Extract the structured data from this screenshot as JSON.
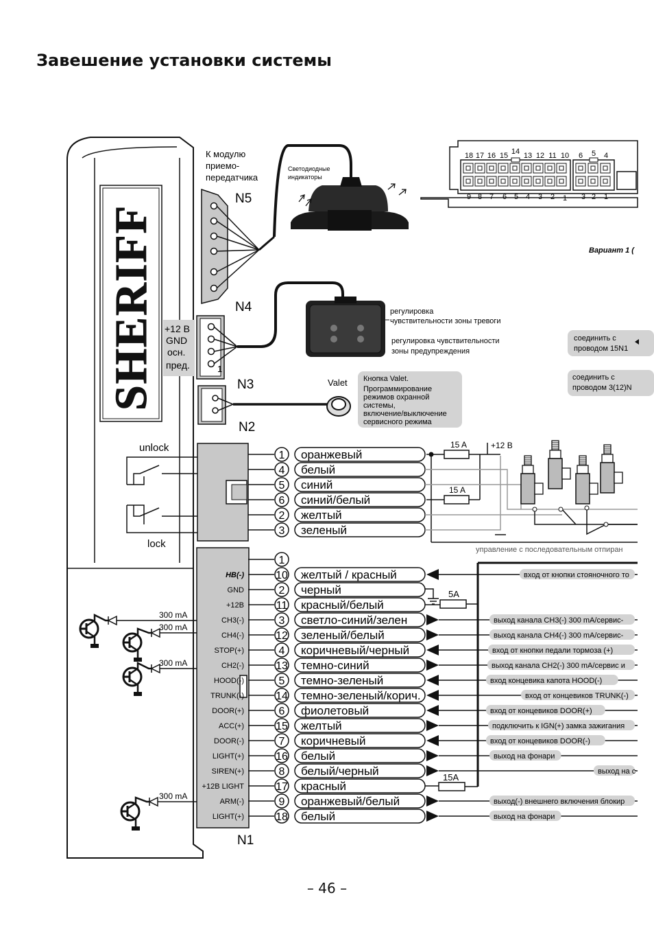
{
  "title": "Завешение установки системы",
  "page_number": "– 46 –",
  "brand": "SHERIFF",
  "connectors": {
    "n1": "N1",
    "n2": "N2",
    "n3": "N3",
    "n4": "N4",
    "n5": "N5",
    "n5_label": [
      "К модулю",
      "приемо-",
      "передатчика"
    ],
    "n3_labels": [
      "+12 В",
      "GND",
      "осн.",
      "пред."
    ],
    "n3_pin": "1"
  },
  "led": {
    "label": [
      "Светодиодные",
      "индикаторы"
    ]
  },
  "shock_sensor": {
    "label1": [
      "регулировка",
      "чувствительности зоны тревоги"
    ],
    "label2": [
      "регулировка чувствительности",
      "зоны предупреждения"
    ]
  },
  "valet": {
    "label": "Valet",
    "note": [
      "Кнопка Valet.",
      "Программирование",
      "режимов охранной",
      "системы,",
      "включение/выключение",
      "сервисного режима"
    ]
  },
  "connect_notes": [
    [
      "соединить с",
      "проводом 15N1"
    ],
    [
      "соединить с",
      "проводом 3(12)N"
    ]
  ],
  "variant": "Вариант 1 (",
  "main_connector": {
    "top_row": [
      "18",
      "17",
      "16",
      "15",
      "14",
      "13",
      "12",
      "11",
      "10",
      "6",
      "5",
      "4"
    ],
    "bottom_row": [
      "9",
      "8",
      "7",
      "6",
      "5",
      "4",
      "3",
      "2",
      "1",
      "3",
      "2",
      "1"
    ]
  },
  "lock_section": {
    "unlock": "unlock",
    "lock": "lock",
    "fuse1": "15 A",
    "fuse2": "15 A",
    "plus12": "+12 В",
    "bottom_note": "управление с последовательным отпиран",
    "wires": [
      {
        "pin": "1",
        "color": "оранжевый"
      },
      {
        "pin": "4",
        "color": "белый"
      },
      {
        "pin": "5",
        "color": "синий"
      },
      {
        "pin": "6",
        "color": "синий/белый"
      },
      {
        "pin": "2",
        "color": "желтый"
      },
      {
        "pin": "3",
        "color": "зеленый"
      }
    ]
  },
  "n1_section": {
    "current_labels": [
      "300 mA",
      "300 mA",
      "300 mA",
      "300 mA"
    ],
    "fuse_5a": "5A",
    "fuse_15a": "15A",
    "wires": [
      {
        "pin": "1",
        "signal": "",
        "color": "",
        "desc": ""
      },
      {
        "pin": "10",
        "signal": "HB(-)",
        "color": "желтый / красный",
        "desc": "вход от кнопки стояночного то"
      },
      {
        "pin": "2",
        "signal": "GND",
        "color": "черный",
        "desc": ""
      },
      {
        "pin": "11",
        "signal": "+12В",
        "color": "красный/белый",
        "desc": ""
      },
      {
        "pin": "3",
        "signal": "CH3(-)",
        "color": "светло-синий/зелен",
        "desc": "выход канала CH3(-) 300 mA/сервис-"
      },
      {
        "pin": "12",
        "signal": "CH4(-)",
        "color": "зеленый/белый",
        "desc": "выход канала CH4(-) 300 mA/сервис-"
      },
      {
        "pin": "4",
        "signal": "STOP(+)",
        "color": "коричневый/черный",
        "desc": "вход от кнопки педали тормоза (+)"
      },
      {
        "pin": "13",
        "signal": "CH2(-)",
        "color": "темно-синий",
        "desc": "выход канала CH2(-) 300 mA/сервис и"
      },
      {
        "pin": "5",
        "signal": "HOOD(-)",
        "color": "темно-зеленый",
        "desc": "вход концевика капота HOOD(-)"
      },
      {
        "pin": "14",
        "signal": "TRUNK(-)",
        "color": "темно-зеленый/корич.",
        "desc": "вход от концевиков TRUNK(-)"
      },
      {
        "pin": "6",
        "signal": "DOOR(+)",
        "color": "фиолетовый",
        "desc": "вход от концевиков DOOR(+)"
      },
      {
        "pin": "15",
        "signal": "ACC(+)",
        "color": "желтый",
        "desc": "подключить к IGN(+) замка зажигания"
      },
      {
        "pin": "7",
        "signal": "DOOR(-)",
        "color": "коричневый",
        "desc": "вход от концевиков DOOR(-)"
      },
      {
        "pin": "16",
        "signal": "LIGHT(+)",
        "color": "белый",
        "desc": "выход на фонари"
      },
      {
        "pin": "8",
        "signal": "SIREN(+)",
        "color": "белый/черный",
        "desc": "выход на с"
      },
      {
        "pin": "17",
        "signal": "+12В LIGHT",
        "color": "красный",
        "desc": ""
      },
      {
        "pin": "9",
        "signal": "ARM(-)",
        "color": "оранжевый/белый",
        "desc": "выход(-) внешнего включения блокир"
      },
      {
        "pin": "18",
        "signal": "LIGHT(+)",
        "color": "белый",
        "desc": "выход на фонари"
      }
    ]
  },
  "colors": {
    "gray_fill": "#c8c8c8",
    "note_fill": "#d3d3d3",
    "ink": "#111111"
  }
}
